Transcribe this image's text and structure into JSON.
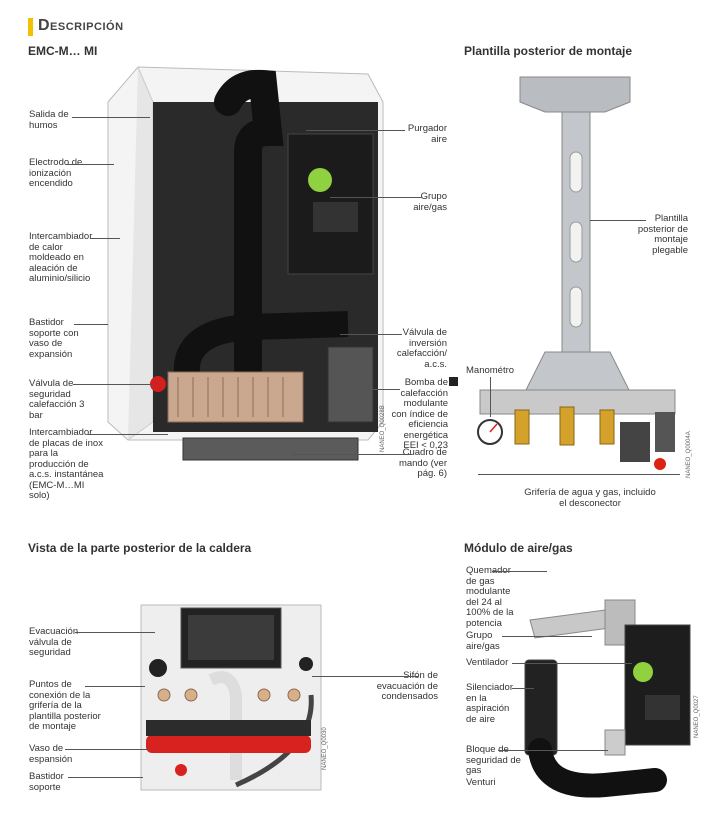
{
  "header": {
    "title": "Descripción"
  },
  "emc": {
    "title": "EMC-M… MI",
    "labels": {
      "salida": "Salida de humos",
      "electrodo": "Electrodo de ionización encendido",
      "intercambiador": "Intercambiador de calor moldeado en aleación de aluminio/silicio",
      "bastidor": "Bastidor soporte con vaso de expansión",
      "valvula_seg": "Válvula de seguridad calefacción 3 bar",
      "placas": "Intercambiador de placas de inox para la producción de a.c.s. instantánea (EMC-M…MI solo)",
      "purgador": "Purgador aire",
      "grupo": "Grupo aire/gas",
      "inversion": "Válvula de inversión calefacción/ a.c.s.",
      "bomba": "Bomba de calefacción modulante con índice de eficiencia energética EEI < 0,23",
      "cuadro": "Cuadro de mando (ver pág. 6)"
    },
    "tag": "NANEO_Q0028B"
  },
  "plantilla": {
    "title": "Plantilla posterior de montaje",
    "labels": {
      "plantilla": "Plantilla posterior de montaje plegable",
      "manometro": "Manométro",
      "griferia": "Grifería de agua y gas, incluido el desconector"
    },
    "tag": "NANEO_Q0004A"
  },
  "vista": {
    "title": "Vista de la parte posterior de la caldera",
    "labels": {
      "evacuacion": "Evacuación válvula de seguridad",
      "puntos": "Puntos de conexión de la grifería de la plantilla posterior de montaje",
      "vaso": "Vaso de espansión",
      "bastidor": "Bastidor soporte",
      "sifon": "Sifón de evacuación de condensados"
    },
    "tag": "NANEO_Q0030"
  },
  "modulo": {
    "title": "Módulo de aire/gas",
    "labels": {
      "quemador": "Quemador de gas modulante del 24 al 100% de la potencia",
      "grupo": "Grupo aire/gas",
      "ventilador": "Ventilador",
      "silenciador": "Silenciador en la aspiración de aire",
      "bloque": "Bloque de seguridad de gas",
      "venturi": "Venturi"
    },
    "tag": "NANEO_Q0027"
  }
}
